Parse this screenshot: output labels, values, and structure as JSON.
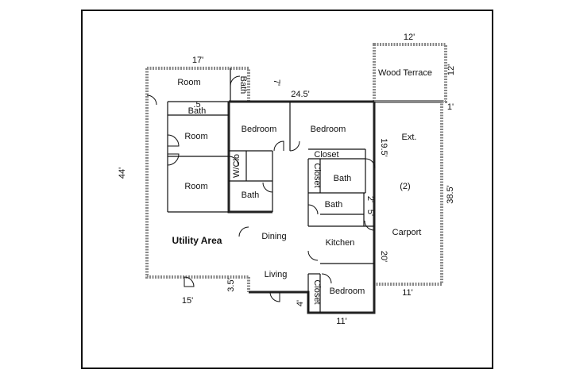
{
  "rooms": {
    "room_top": "Room",
    "bath_small": "Bath",
    "half_bath_mark": ".5",
    "bath_upper": "Bath",
    "room_mid": "Room",
    "room_low": "Room",
    "utility": "Utility Area",
    "bedroom1": "Bedroom",
    "wclo": "W/Clo",
    "bath_left": "Bath",
    "bedroom2": "Bedroom",
    "closet_top": "Closet",
    "closet_side": "Closet",
    "bath_right": "Bath",
    "bath_center": "Bath",
    "dining": "Dining",
    "kitchen": "Kitchen",
    "living": "Living",
    "closet_bottom": "Closet",
    "bedroom3": "Bedroom",
    "wood_terrace": "Wood Terrace",
    "ext": "Ext.",
    "carport_num": "(2)",
    "carport": "Carport"
  },
  "dimensions": {
    "d_17": "17'",
    "d_7": "7'",
    "d_24_5": "24.5'",
    "d_12_top": "12'",
    "d_12_side": "12'",
    "d_1": "1'",
    "d_44": "44'",
    "d_19_5": "19.5'",
    "d_38_5": "38.5'",
    "d_2": "2'",
    "d_5": "5'",
    "d_20": "20'",
    "d_3_5": "3.5'",
    "d_15": "15'",
    "d_4": "4'",
    "d_11_right": "11'",
    "d_11_bottom": "11'"
  }
}
